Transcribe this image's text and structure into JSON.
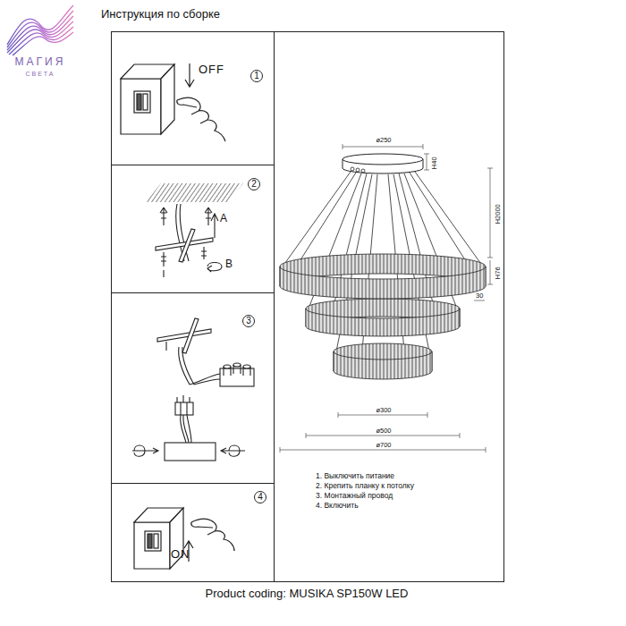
{
  "diagram": {
    "title": "Инструкция по сборке",
    "caption": "Product coding: MUSIKA SP150W LED",
    "nodes": [
      {
        "text": [
          "1",
          "OFF"
        ]
      },
      {
        "text": [
          "2",
          "A",
          "B"
        ]
      },
      {
        "text": [
          "3"
        ]
      },
      {
        "text": [
          "4",
          "ON"
        ]
      },
      {
        "text": [
          "ø250",
          "H40",
          "H2000",
          "H76",
          "30",
          "ø300",
          "ø500",
          "ø700",
          "1. Выключить питание",
          "2. Крепить планку к потолку",
          "3. Монтажный провод",
          "4. Включить"
        ]
      }
    ],
    "labels": [
      "МАГИЯ",
      "СВЕТА"
    ]
  }
}
